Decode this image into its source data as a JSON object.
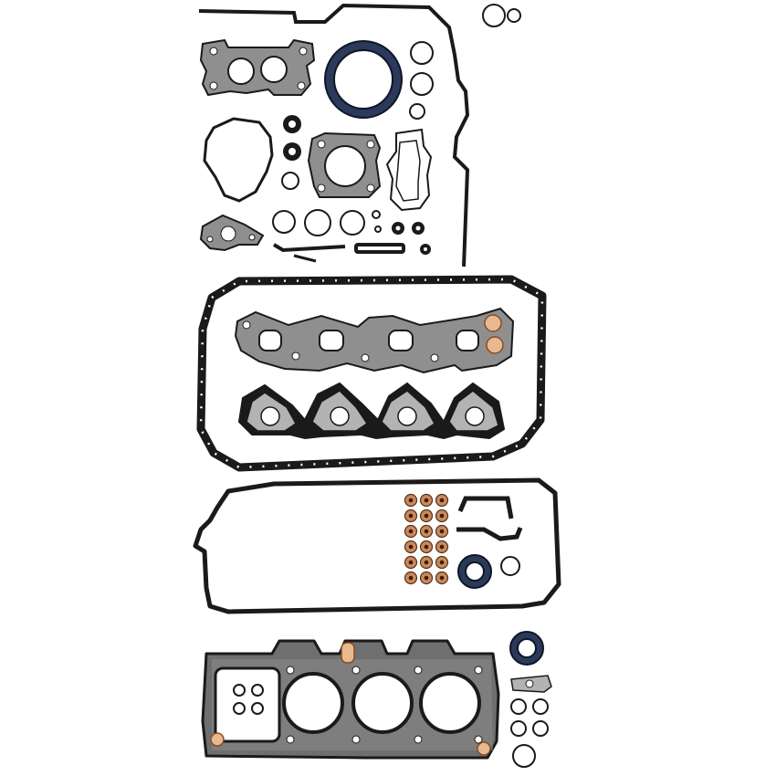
{
  "image": {
    "subject": "engine-full-gasket-set",
    "background_color": "#ffffff",
    "colors": {
      "gasket_black": "#1a1a1a",
      "gasket_sheet_grey": "#8f8f8f",
      "seal_blue": "#2b3a5a",
      "copper_seal": "#c98a5c"
    },
    "components": [
      "timing-belt-cover-gasket",
      "throttle-body-gasket-upper",
      "crankshaft-seal-large",
      "water-pump-gasket",
      "throttle-body-gasket",
      "thermostat-housing-gasket",
      "egr-flange-gasket",
      "oil-pan-gasket",
      "intake-manifold-gasket",
      "exhaust-manifold-gasket",
      "valve-cover-gasket",
      "valve-stem-seals",
      "camshaft-seal",
      "distributor-seal",
      "cylinder-head-gasket",
      "small-o-rings"
    ]
  }
}
